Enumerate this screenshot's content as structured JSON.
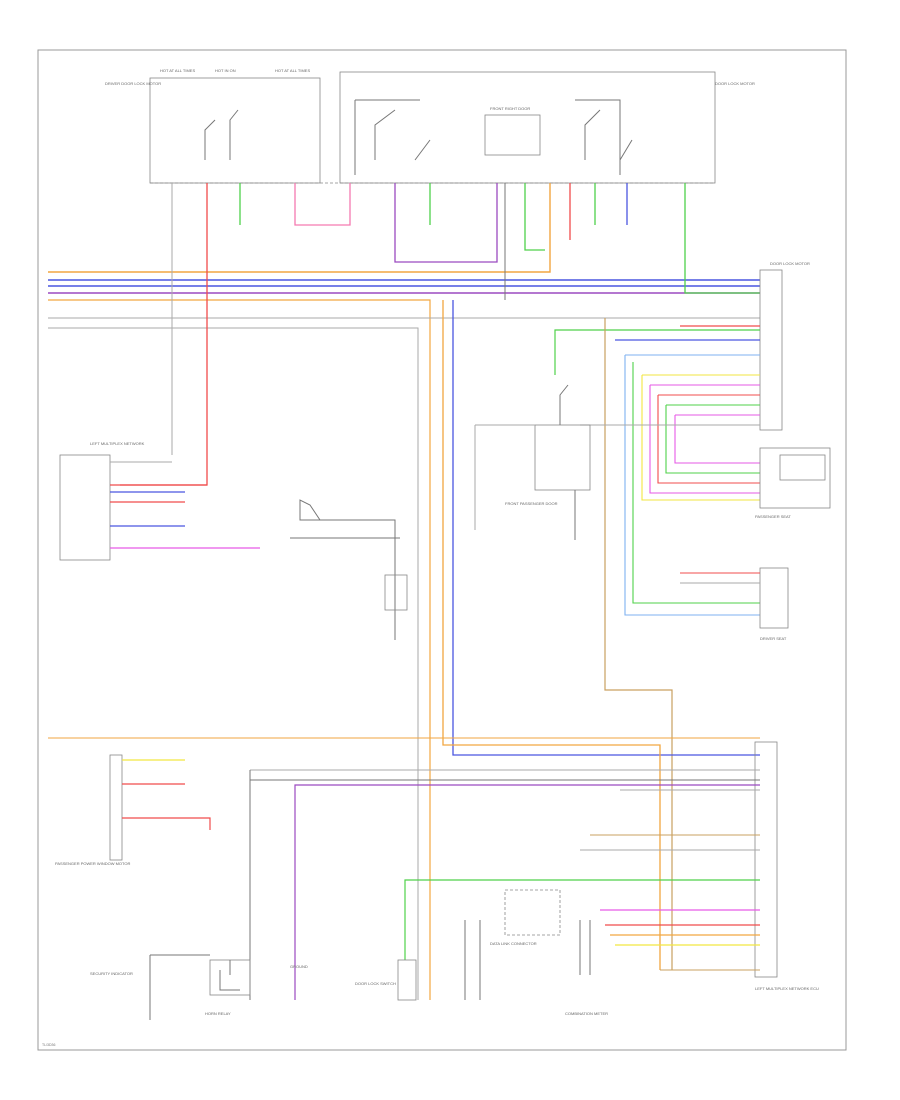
{
  "page": {
    "footer_code": "TL/3D36"
  },
  "wire_colors": {
    "orange": "#f2a640",
    "blue": "#4a56e0",
    "violet": "#9b4ac0",
    "green": "#4fd14a",
    "red": "#f04c4c",
    "pink": "#f57ab0",
    "magenta": "#e65ae6",
    "yellow": "#f2e640",
    "tan": "#c9a060",
    "gray": "#aaaaaa",
    "light_blue": "#7fb2f0"
  },
  "labels": {
    "top_left_component": "DRIVER DOOR LOCK MOTOR",
    "top_right_component": "DOOR LOCK MOTOR",
    "front_right_component": "FRONT RIGHT DOOR",
    "hot_at_all_times": "HOT AT ALL TIMES",
    "hot_in_on": "HOT IN ON",
    "ground_ref": "GROUND",
    "left_mid_block": "LEFT MULTIPLEX NETWORK",
    "center_mid_block": "FRONT PASSENGER DOOR",
    "right_mid_block_1": "PASSENGER SEAT",
    "right_mid_block_2": "DRIVER SEAT",
    "bottom_left_block": "PASSENGER POWER WINDOW MOTOR",
    "bottom_right_block": "LEFT MULTIPLEX NETWORK ECU",
    "bottom_center_1": "DOOR LOCK SWITCH",
    "bottom_center_2": "DATA LINK CONNECTOR",
    "bottom_center_3": "COMBINATION METER",
    "bottom_left_2": "SECURITY INDICATOR",
    "bottom_left_3": "HORN RELAY"
  }
}
